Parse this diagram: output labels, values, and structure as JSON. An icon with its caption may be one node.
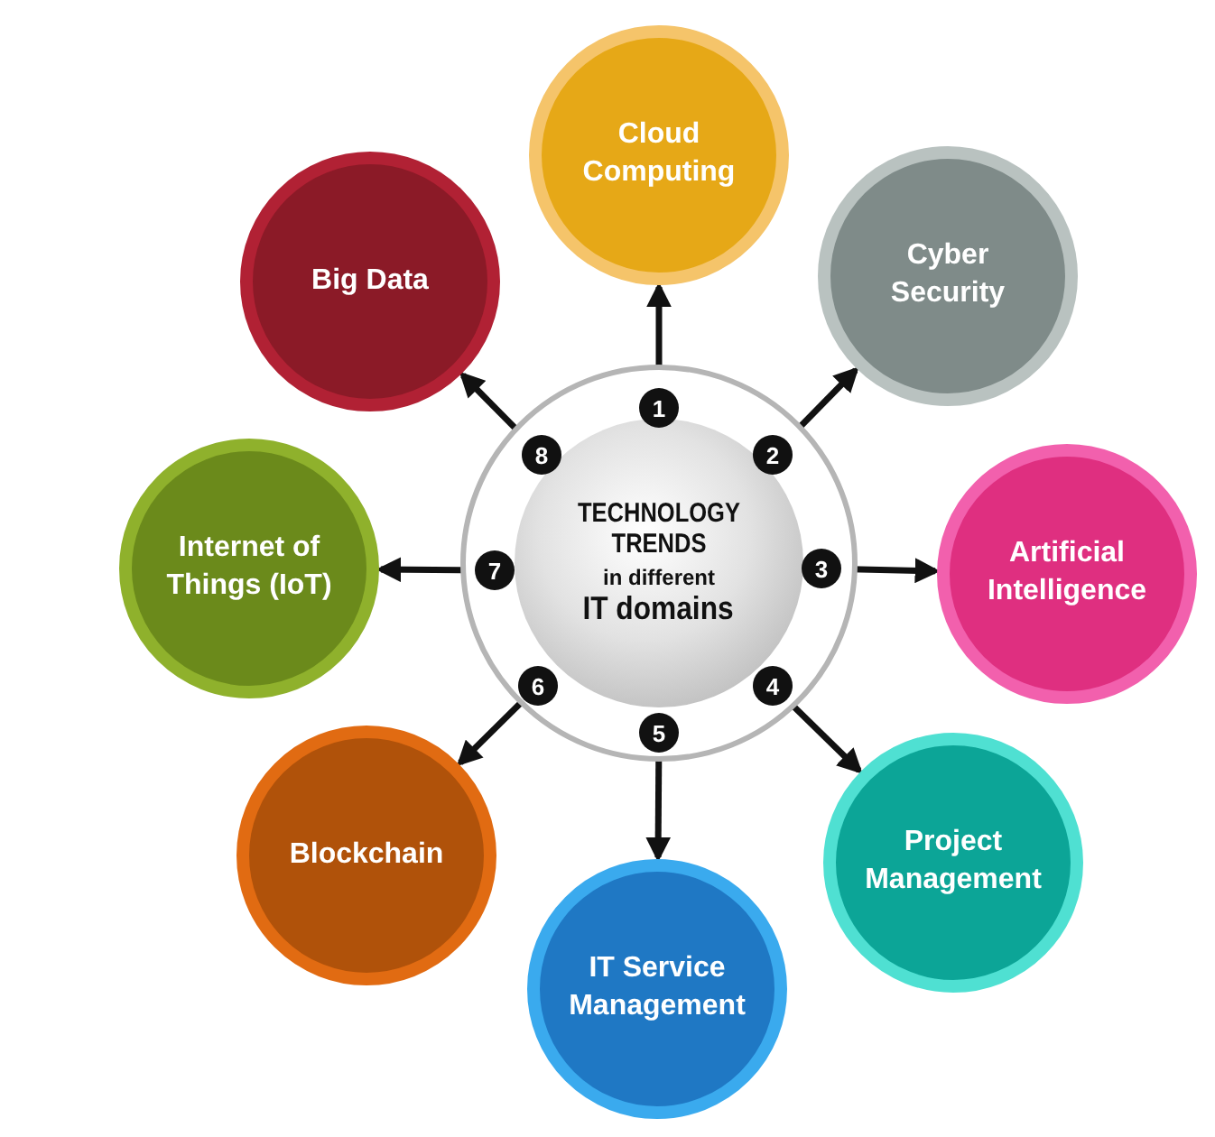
{
  "diagram": {
    "nodes": [
      {
        "text": [
          "TECHNOLOGY TRENDS",
          "in different",
          "IT domains"
        ]
      },
      {
        "text": [
          "1"
        ],
        "in": 0
      },
      {
        "text": [
          "2"
        ],
        "in": 0
      },
      {
        "text": [
          "3"
        ],
        "in": 0
      },
      {
        "text": [
          "4"
        ],
        "in": 0
      },
      {
        "text": [
          "5"
        ],
        "in": 0
      },
      {
        "text": [
          "6"
        ],
        "in": 0
      },
      {
        "text": [
          "7"
        ],
        "in": 0
      },
      {
        "text": [
          "8"
        ],
        "in": 0
      },
      {
        "text": [
          "Cloud Computing"
        ]
      },
      {
        "text": [
          "Cyber Security"
        ]
      },
      {
        "text": [
          "Artificial Intelligence"
        ]
      },
      {
        "text": [
          "Project Management"
        ]
      },
      {
        "text": [
          "IT Service Management"
        ]
      },
      {
        "text": [
          "Blockchain"
        ]
      },
      {
        "text": [
          "Internet of Things (IoT)"
        ]
      },
      {
        "text": [
          "Big Data"
        ]
      }
    ],
    "edges": [
      {
        "from": 1,
        "to": 9,
        "arrow": "to"
      },
      {
        "from": 2,
        "to": 10,
        "arrow": "to"
      },
      {
        "from": 3,
        "to": 11,
        "arrow": "to"
      },
      {
        "from": 4,
        "to": 12,
        "arrow": "to"
      },
      {
        "from": 5,
        "to": 13,
        "arrow": "to"
      },
      {
        "from": 6,
        "to": 14,
        "arrow": "to"
      },
      {
        "from": 7,
        "to": 15,
        "arrow": "to"
      },
      {
        "from": 8,
        "to": 16,
        "arrow": "to"
      }
    ]
  }
}
